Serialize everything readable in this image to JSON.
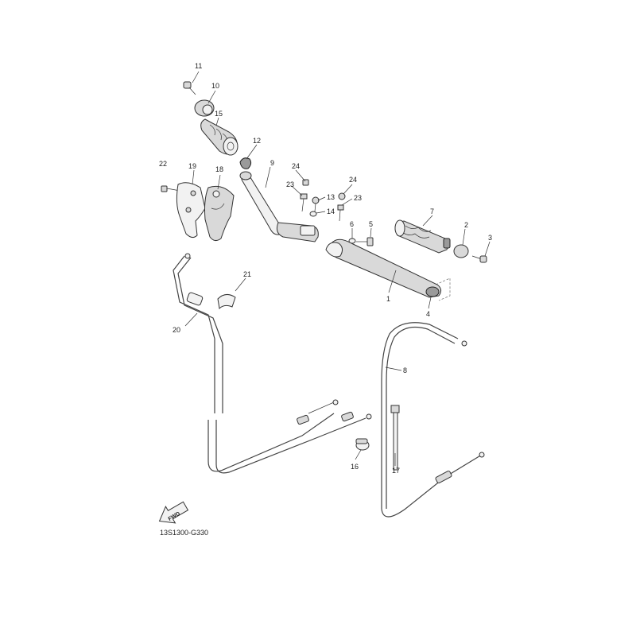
{
  "diagram": {
    "code": "13S1300-G330",
    "fwd_label": "FWD",
    "callouts": [
      "1",
      "2",
      "3",
      "4",
      "5",
      "6",
      "7",
      "8",
      "9",
      "10",
      "11",
      "12",
      "13",
      "14",
      "15",
      "16",
      "17",
      "18",
      "19",
      "20",
      "21",
      "22",
      "23",
      "23",
      "24",
      "24"
    ]
  }
}
